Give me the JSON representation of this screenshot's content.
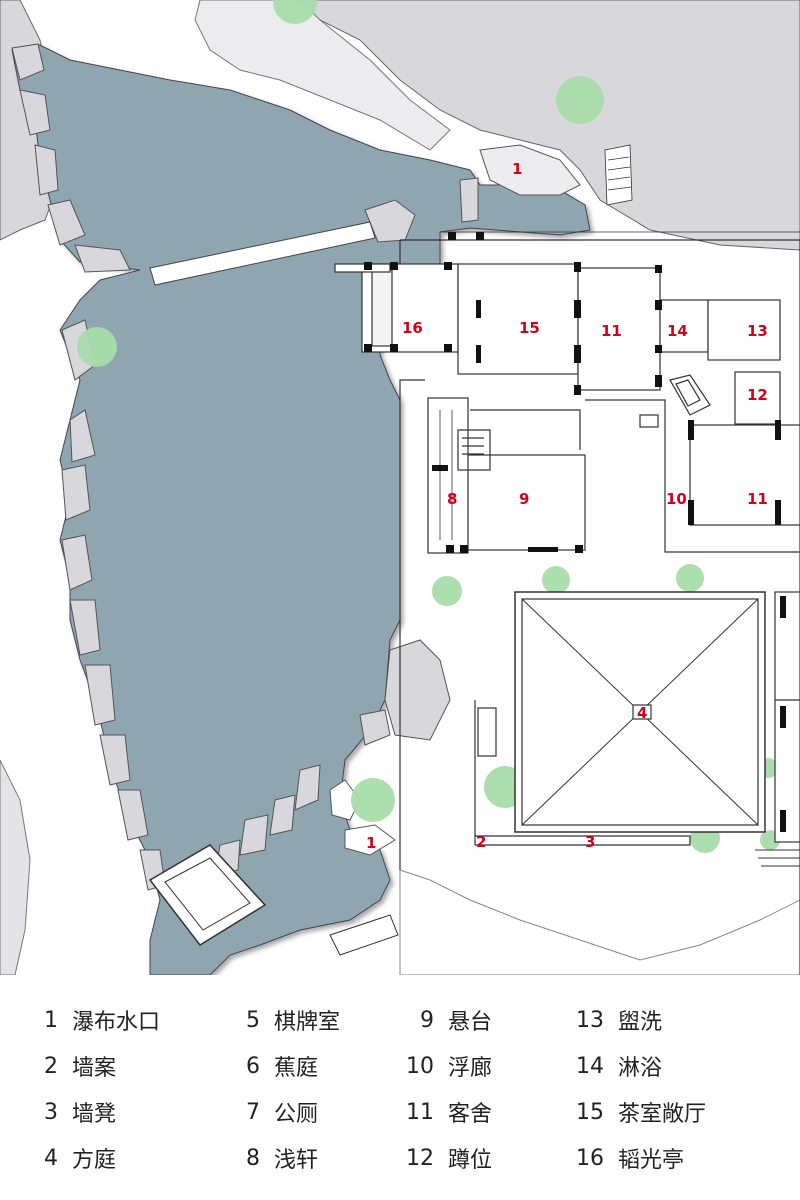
{
  "plan_numbers": {
    "n1_top": "1",
    "n16": "16",
    "n15": "15",
    "n11_a": "11",
    "n14": "14",
    "n13": "13",
    "n12": "12",
    "n8": "8",
    "n9": "9",
    "n10": "10",
    "n11_b": "11",
    "n4": "4",
    "n2": "2",
    "n3": "3",
    "n1_bottom": "1"
  },
  "colors": {
    "water": "#8fa6b0",
    "rock": "#d8d8dc",
    "tree": "#a8dcaa",
    "label": "#d0021b",
    "line": "#333333"
  },
  "legend": [
    [
      {
        "num": "1",
        "text": "瀑布水口"
      },
      {
        "num": "2",
        "text": "墙案"
      },
      {
        "num": "3",
        "text": "墙凳"
      },
      {
        "num": "4",
        "text": "方庭"
      }
    ],
    [
      {
        "num": "5",
        "text": "棋牌室"
      },
      {
        "num": "6",
        "text": "蕉庭"
      },
      {
        "num": "7",
        "text": "公厕"
      },
      {
        "num": "8",
        "text": "浅轩"
      }
    ],
    [
      {
        "num": "9",
        "text": "悬台"
      },
      {
        "num": "10",
        "text": "浮廊"
      },
      {
        "num": "11",
        "text": "客舍"
      },
      {
        "num": "12",
        "text": "蹲位"
      }
    ],
    [
      {
        "num": "13",
        "text": "盥洗"
      },
      {
        "num": "14",
        "text": "淋浴"
      },
      {
        "num": "15",
        "text": "茶室敞厅"
      },
      {
        "num": "16",
        "text": "韬光亭"
      }
    ]
  ]
}
